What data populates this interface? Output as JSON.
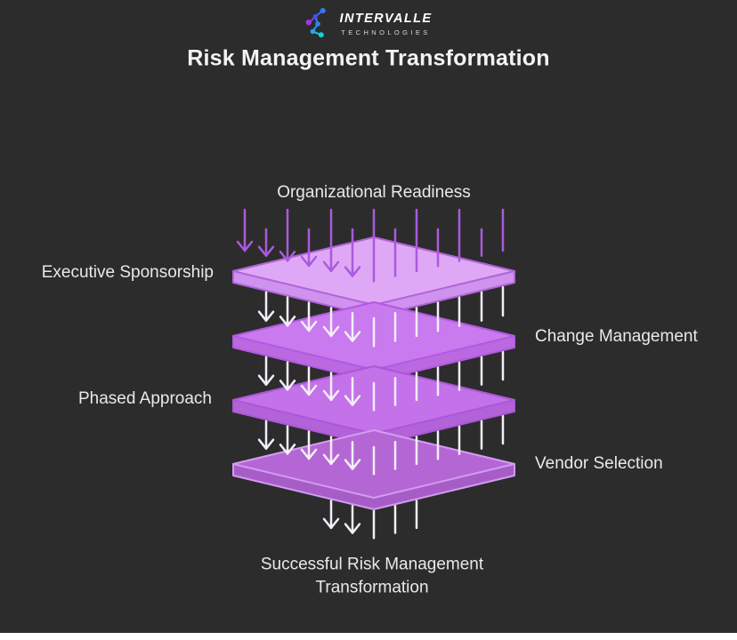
{
  "brand": {
    "name": "INTERVALLE",
    "subtitle": "TECHNOLOGIES"
  },
  "title": "Risk Management Transformation",
  "diagram": {
    "top_label": "Organizational Readiness",
    "bottom_label": "Successful Risk Management Transformation",
    "layer_labels": [
      {
        "label": "Executive Sponsorship",
        "side": "left"
      },
      {
        "label": "Change Management",
        "side": "right"
      },
      {
        "label": "Phased Approach",
        "side": "left"
      },
      {
        "label": "Vendor Selection",
        "side": "right"
      }
    ],
    "colors": {
      "background": "#2c2c2c",
      "input_arrow": "#aa5ade",
      "flow_arrow": "#f4eef8",
      "layers": [
        {
          "face": "#dfa8f6",
          "side": "#cf92ee",
          "outline": "#b164d8"
        },
        {
          "face": "#c97aee",
          "side": "#bb69e0",
          "outline": "#b259e2"
        },
        {
          "face": "#c372e9",
          "side": "#b363d8",
          "outline": "#ad56d8"
        },
        {
          "face": "#b467d4",
          "side": "#a75dc6",
          "outline": "#d49af2"
        }
      ]
    }
  }
}
